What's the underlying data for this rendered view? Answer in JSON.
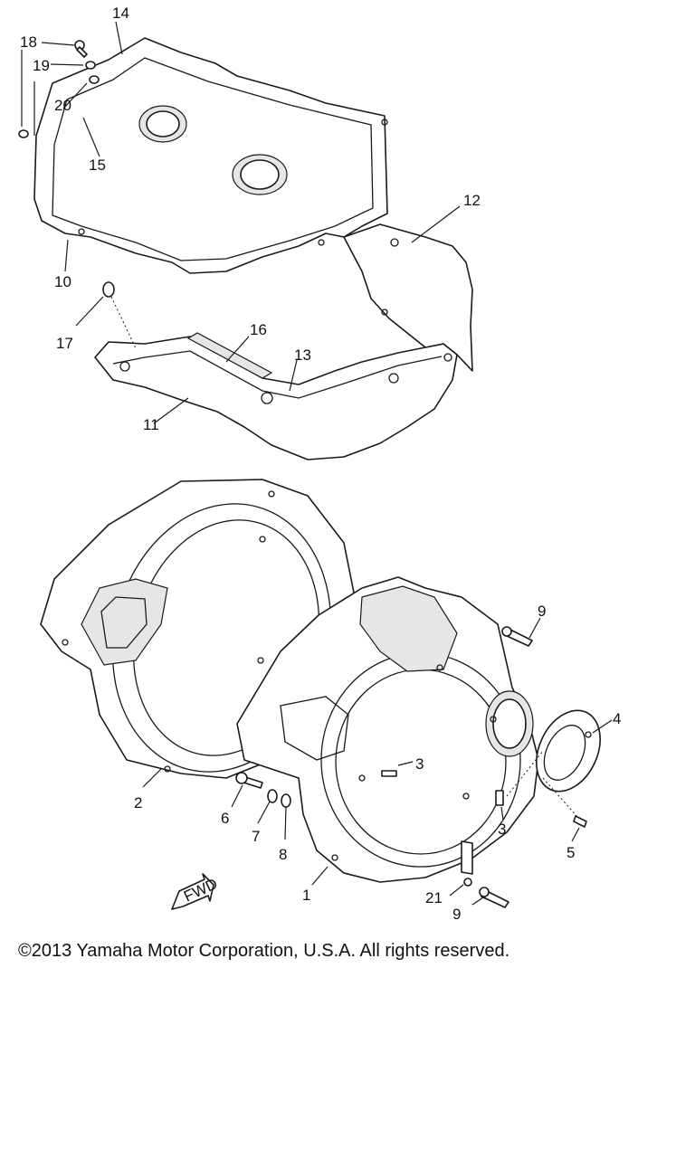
{
  "diagram": {
    "callouts": {
      "c1": "1",
      "c2": "2",
      "c3a": "3",
      "c3b": "3",
      "c4": "4",
      "c5": "5",
      "c6": "6",
      "c7": "7",
      "c8": "8",
      "c9a": "9",
      "c9b": "9",
      "c10": "10",
      "c11": "11",
      "c12": "12",
      "c13": "13",
      "c14": "14",
      "c15": "15",
      "c16": "16",
      "c17": "17",
      "c18": "18",
      "c19": "19",
      "c20": "20",
      "c21": "21"
    },
    "fwd_label": "FWD"
  },
  "footer": {
    "copyright": "©2013 Yamaha Motor Corporation, U.S.A. All rights reserved."
  }
}
